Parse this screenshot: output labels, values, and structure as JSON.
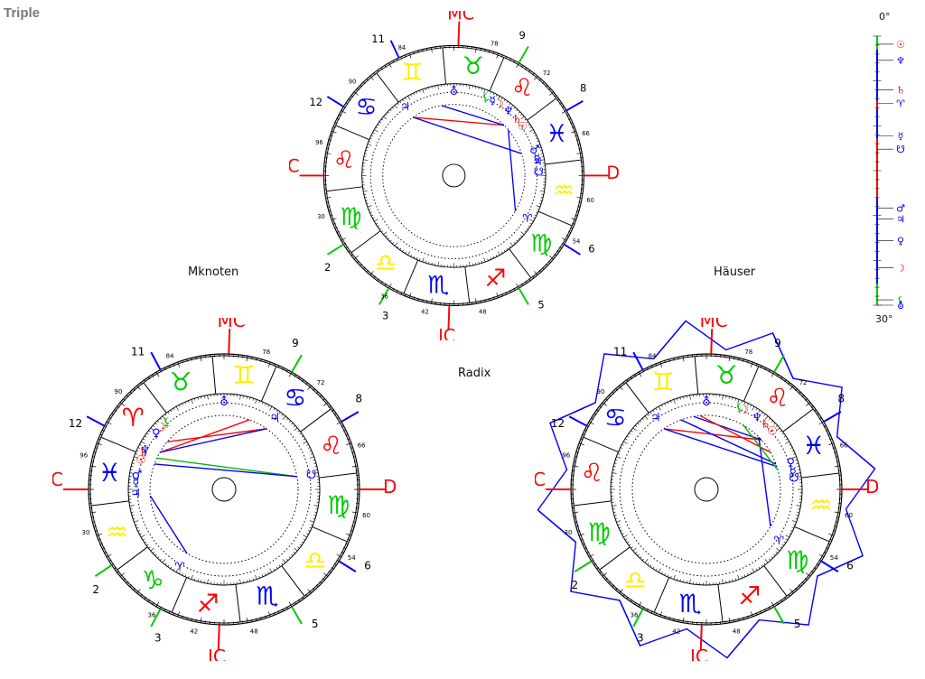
{
  "page": {
    "title": "Triple",
    "labels": {
      "left": "Mknoten",
      "right": "Häuser",
      "middle": "Radix"
    }
  },
  "colors": {
    "fire": "#ff0000",
    "earth": "#00cc00",
    "air": "#ffee00",
    "water": "#0000ff",
    "axis": "#ff0000",
    "cusp_blue": "#0000ff",
    "cusp_green": "#00cc00",
    "aspect_red": "#ff0000",
    "aspect_blue": "#0000ff",
    "aspect_green": "#00bb00"
  },
  "wheels": [
    {
      "id": "top",
      "name": "radix-wheel",
      "angles": {
        "ac": "AC",
        "dc": "DC",
        "mc": "MC",
        "ic": "IC"
      },
      "houses": [
        {
          "num": "11",
          "deg": 115
        },
        {
          "num": "12",
          "deg": 148
        },
        {
          "num": "2",
          "deg": 212
        },
        {
          "num": "3",
          "deg": 240
        },
        {
          "num": "5",
          "deg": 300
        },
        {
          "num": "6",
          "deg": 328
        },
        {
          "num": "8",
          "deg": 30
        },
        {
          "num": "9",
          "deg": 60
        }
      ],
      "cusp_degrees": [
        {
          "text": "84",
          "deg": 112
        },
        {
          "text": "90",
          "deg": 137
        },
        {
          "text": "96",
          "deg": 166
        },
        {
          "text": "30",
          "deg": 197
        },
        {
          "text": "36",
          "deg": 240
        },
        {
          "text": "42",
          "deg": 258
        },
        {
          "text": "48",
          "deg": 282
        },
        {
          "text": "54",
          "deg": 332
        },
        {
          "text": "60",
          "deg": 350
        },
        {
          "text": "66",
          "deg": 18
        },
        {
          "text": "72",
          "deg": 48
        },
        {
          "text": "78",
          "deg": 73
        }
      ],
      "signs": [
        {
          "deg": 80,
          "glyph": "♉",
          "el": "earth"
        },
        {
          "deg": 52,
          "glyph": "♌",
          "el": "fire"
        },
        {
          "deg": 22,
          "glyph": "♓",
          "el": "water"
        },
        {
          "deg": 352,
          "glyph": "♒",
          "el": "air"
        },
        {
          "deg": 322,
          "glyph": "♍",
          "el": "earth"
        },
        {
          "deg": 292,
          "glyph": "♐",
          "el": "fire"
        },
        {
          "deg": 262,
          "glyph": "♏",
          "el": "water"
        },
        {
          "deg": 232,
          "glyph": "♎",
          "el": "air"
        },
        {
          "deg": 202,
          "glyph": "♍",
          "el": "earth"
        },
        {
          "deg": 172,
          "glyph": "♌",
          "el": "fire"
        },
        {
          "deg": 142,
          "glyph": "♋",
          "el": "water"
        },
        {
          "deg": 112,
          "glyph": "♊",
          "el": "air"
        }
      ],
      "planets": [
        {
          "deg": 90,
          "glyph": "⛢",
          "color": "#0000ff"
        },
        {
          "deg": 58,
          "glyph": "☽",
          "color": "#ff0000"
        },
        {
          "deg": 63,
          "glyph": "☿",
          "color": "#0000ff"
        },
        {
          "deg": 68,
          "glyph": "⚸",
          "color": "#00cc00"
        },
        {
          "deg": 42,
          "glyph": "♄",
          "color": "#ff0000"
        },
        {
          "deg": 36,
          "glyph": "☉",
          "color": "#ff0000"
        },
        {
          "deg": 50,
          "glyph": "♆",
          "color": "#0000ff"
        },
        {
          "deg": 18,
          "glyph": "♂",
          "color": "#0000ff"
        },
        {
          "deg": 12,
          "glyph": "☿",
          "color": "#0000ff"
        },
        {
          "deg": 10,
          "glyph": "♃",
          "color": "#0000ff"
        },
        {
          "deg": 3,
          "glyph": "☋",
          "color": "#0000ff"
        },
        {
          "deg": 330,
          "glyph": "♈",
          "color": "#0000ff"
        },
        {
          "deg": 125,
          "glyph": "♃",
          "color": "#0000ff"
        }
      ],
      "aspects": [
        {
          "a": 125,
          "b": 45,
          "color": "#ff0000"
        },
        {
          "a": 125,
          "b": 18,
          "color": "#0000ff"
        },
        {
          "a": 100,
          "b": 45,
          "color": "#0000ff"
        },
        {
          "a": 40,
          "b": 330,
          "color": "#0000ff"
        }
      ]
    },
    {
      "id": "bl",
      "name": "mknoten-wheel",
      "angles": {
        "ac": "AC",
        "dc": "DC",
        "mc": "MC",
        "ic": "IC"
      },
      "houses": [
        {
          "num": "11",
          "deg": 118
        },
        {
          "num": "12",
          "deg": 152
        },
        {
          "num": "2",
          "deg": 214
        },
        {
          "num": "3",
          "deg": 242
        },
        {
          "num": "5",
          "deg": 300
        },
        {
          "num": "6",
          "deg": 328
        },
        {
          "num": "8",
          "deg": 30
        },
        {
          "num": "9",
          "deg": 60
        }
      ],
      "cusp_degrees": [
        {
          "text": "84",
          "deg": 112
        },
        {
          "text": "90",
          "deg": 137
        },
        {
          "text": "96",
          "deg": 166
        },
        {
          "text": "30",
          "deg": 197
        },
        {
          "text": "36",
          "deg": 240
        },
        {
          "text": "42",
          "deg": 258
        },
        {
          "text": "48",
          "deg": 282
        },
        {
          "text": "54",
          "deg": 332
        },
        {
          "text": "60",
          "deg": 350
        },
        {
          "text": "66",
          "deg": 18
        },
        {
          "text": "72",
          "deg": 48
        },
        {
          "text": "78",
          "deg": 73
        }
      ],
      "signs": [
        {
          "deg": 80,
          "glyph": "♊",
          "el": "air"
        },
        {
          "deg": 52,
          "glyph": "♋",
          "el": "water"
        },
        {
          "deg": 22,
          "glyph": "♌",
          "el": "fire"
        },
        {
          "deg": 352,
          "glyph": "♍",
          "el": "earth"
        },
        {
          "deg": 322,
          "glyph": "♎",
          "el": "air"
        },
        {
          "deg": 292,
          "glyph": "♏",
          "el": "water"
        },
        {
          "deg": 262,
          "glyph": "♐",
          "el": "fire"
        },
        {
          "deg": 232,
          "glyph": "♑",
          "el": "earth"
        },
        {
          "deg": 202,
          "glyph": "♒",
          "el": "air"
        },
        {
          "deg": 172,
          "glyph": "♓",
          "el": "water"
        },
        {
          "deg": 142,
          "glyph": "♈",
          "el": "fire"
        },
        {
          "deg": 112,
          "glyph": "♉",
          "el": "earth"
        }
      ],
      "planets": [
        {
          "deg": 90,
          "glyph": "⛢",
          "color": "#0000ff"
        },
        {
          "deg": 135,
          "glyph": "☽",
          "color": "#ff0000"
        },
        {
          "deg": 140,
          "glyph": "♀",
          "color": "#0000ff"
        },
        {
          "deg": 130,
          "glyph": "⚸",
          "color": "#00cc00"
        },
        {
          "deg": 155,
          "glyph": "♄",
          "color": "#ff0000"
        },
        {
          "deg": 160,
          "glyph": "☉",
          "color": "#ff0000"
        },
        {
          "deg": 153,
          "glyph": "♆",
          "color": "#0000ff"
        },
        {
          "deg": 170,
          "glyph": "♂",
          "color": "#0000ff"
        },
        {
          "deg": 175,
          "glyph": "☿",
          "color": "#0000ff"
        },
        {
          "deg": 182,
          "glyph": "♃",
          "color": "#0000ff"
        },
        {
          "deg": 240,
          "glyph": "♈",
          "color": "#0000ff"
        },
        {
          "deg": 55,
          "glyph": "♃",
          "color": "#0000ff"
        },
        {
          "deg": 10,
          "glyph": "☋",
          "color": "#0000ff"
        }
      ],
      "aspects": [
        {
          "a": 140,
          "b": 55,
          "color": "#ff0000"
        },
        {
          "a": 150,
          "b": 70,
          "color": "#ff0000"
        },
        {
          "a": 155,
          "b": 10,
          "color": "#00bb00"
        },
        {
          "a": 150,
          "b": 55,
          "color": "#0000ff"
        },
        {
          "a": 160,
          "b": 10,
          "color": "#0000ff"
        },
        {
          "a": 185,
          "b": 240,
          "color": "#0000ff"
        }
      ]
    },
    {
      "id": "br",
      "name": "haeuser-wheel",
      "angles": {
        "ac": "AC",
        "dc": "DC",
        "mc": "MC",
        "ic": "IC"
      },
      "houses": [
        {
          "num": "11",
          "deg": 118
        },
        {
          "num": "12",
          "deg": 152
        },
        {
          "num": "2",
          "deg": 212
        },
        {
          "num": "3",
          "deg": 242
        },
        {
          "num": "5",
          "deg": 300
        },
        {
          "num": "6",
          "deg": 328
        },
        {
          "num": "8",
          "deg": 30
        },
        {
          "num": "9",
          "deg": 60
        }
      ],
      "cusp_degrees": [
        {
          "text": "84",
          "deg": 112
        },
        {
          "text": "90",
          "deg": 137
        },
        {
          "text": "96",
          "deg": 166
        },
        {
          "text": "30",
          "deg": 197
        },
        {
          "text": "36",
          "deg": 240
        },
        {
          "text": "42",
          "deg": 258
        },
        {
          "text": "48",
          "deg": 282
        },
        {
          "text": "54",
          "deg": 332
        },
        {
          "text": "60",
          "deg": 350
        },
        {
          "text": "66",
          "deg": 18
        },
        {
          "text": "72",
          "deg": 48
        },
        {
          "text": "78",
          "deg": 73
        }
      ],
      "signs": [
        {
          "deg": 80,
          "glyph": "♉",
          "el": "earth"
        },
        {
          "deg": 52,
          "glyph": "♌",
          "el": "fire"
        },
        {
          "deg": 22,
          "glyph": "♓",
          "el": "water"
        },
        {
          "deg": 352,
          "glyph": "♒",
          "el": "air"
        },
        {
          "deg": 322,
          "glyph": "♍",
          "el": "earth"
        },
        {
          "deg": 292,
          "glyph": "♐",
          "el": "fire"
        },
        {
          "deg": 262,
          "glyph": "♏",
          "el": "water"
        },
        {
          "deg": 232,
          "glyph": "♎",
          "el": "air"
        },
        {
          "deg": 202,
          "glyph": "♍",
          "el": "earth"
        },
        {
          "deg": 172,
          "glyph": "♌",
          "el": "fire"
        },
        {
          "deg": 142,
          "glyph": "♋",
          "el": "water"
        },
        {
          "deg": 112,
          "glyph": "♊",
          "el": "air"
        }
      ],
      "planets": [
        {
          "deg": 90,
          "glyph": "⛢",
          "color": "#0000ff"
        },
        {
          "deg": 65,
          "glyph": "☽",
          "color": "#ff0000"
        },
        {
          "deg": 68,
          "glyph": "⚸",
          "color": "#00cc00"
        },
        {
          "deg": 125,
          "glyph": "♃",
          "color": "#0000ff"
        },
        {
          "deg": 48,
          "glyph": "♄",
          "color": "#ff0000"
        },
        {
          "deg": 42,
          "glyph": "☉",
          "color": "#ff0000"
        },
        {
          "deg": 55,
          "glyph": "♆",
          "color": "#0000ff"
        },
        {
          "deg": 18,
          "glyph": "♀",
          "color": "#0000ff"
        },
        {
          "deg": 12,
          "glyph": "☿",
          "color": "#0000ff"
        },
        {
          "deg": 8,
          "glyph": "☋",
          "color": "#0000ff"
        },
        {
          "deg": 325,
          "glyph": "♈",
          "color": "#0000ff"
        }
      ],
      "aspects": [
        {
          "a": 125,
          "b": 42,
          "color": "#ff0000"
        },
        {
          "a": 125,
          "b": 18,
          "color": "#0000ff"
        },
        {
          "a": 100,
          "b": 42,
          "color": "#0000ff"
        },
        {
          "a": 110,
          "b": 20,
          "color": "#0000ff"
        },
        {
          "a": 45,
          "b": 330,
          "color": "#0000ff"
        },
        {
          "a": 95,
          "b": 30,
          "color": "#ff0000"
        },
        {
          "a": 60,
          "b": 15,
          "color": "#00bb00"
        }
      ],
      "star": true
    }
  ],
  "legend": {
    "top_label": "0°",
    "bottom_label": "30°",
    "markers": [
      {
        "pos": 0.03,
        "glyph": "☉",
        "color": "#ff0000"
      },
      {
        "pos": 0.09,
        "glyph": "♆",
        "color": "#0000ff"
      },
      {
        "pos": 0.2,
        "glyph": "♄",
        "color": "#ff0000"
      },
      {
        "pos": 0.25,
        "glyph": "♈",
        "color": "#0000ff"
      },
      {
        "pos": 0.37,
        "glyph": "☿",
        "color": "#0000ff"
      },
      {
        "pos": 0.42,
        "glyph": "☋",
        "color": "#0000ff"
      },
      {
        "pos": 0.64,
        "glyph": "♂",
        "color": "#0000ff"
      },
      {
        "pos": 0.68,
        "glyph": "♃",
        "color": "#0000ff"
      },
      {
        "pos": 0.76,
        "glyph": "♀",
        "color": "#0000ff"
      },
      {
        "pos": 0.86,
        "glyph": "☽",
        "color": "#ff0000"
      },
      {
        "pos": 0.98,
        "glyph": "⚸",
        "color": "#00cc00"
      },
      {
        "pos": 1.08,
        "glyph": "⛢",
        "color": "#0000ff"
      }
    ]
  }
}
